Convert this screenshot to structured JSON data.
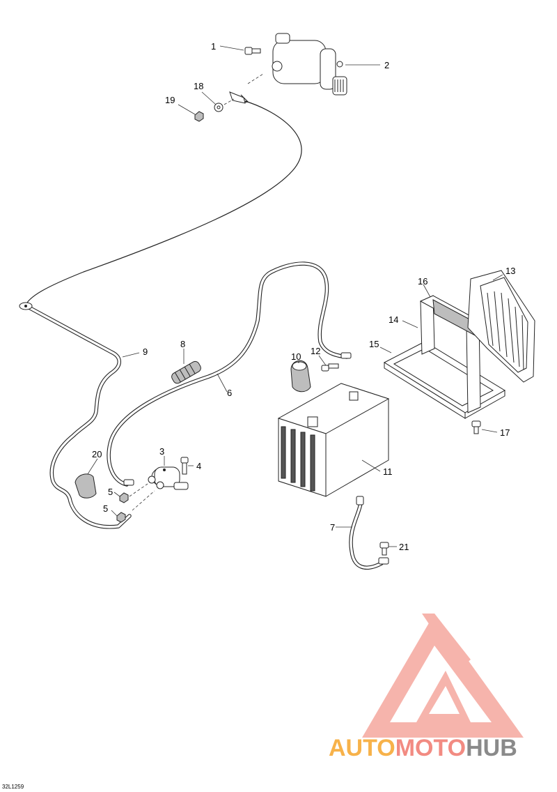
{
  "diagram_code": "32L1259",
  "callouts": [
    "1",
    "2",
    "3",
    "4",
    "5",
    "5",
    "6",
    "7",
    "8",
    "9",
    "10",
    "11",
    "12",
    "13",
    "14",
    "15",
    "16",
    "17",
    "18",
    "19",
    "20",
    "21"
  ],
  "watermark": {
    "part1": "AUTO",
    "part2": "MOTO",
    "part3": "HUB",
    "color_orange": "#f7b24a",
    "color_red": "#f28b82",
    "color_gray": "#8a8a8a"
  }
}
